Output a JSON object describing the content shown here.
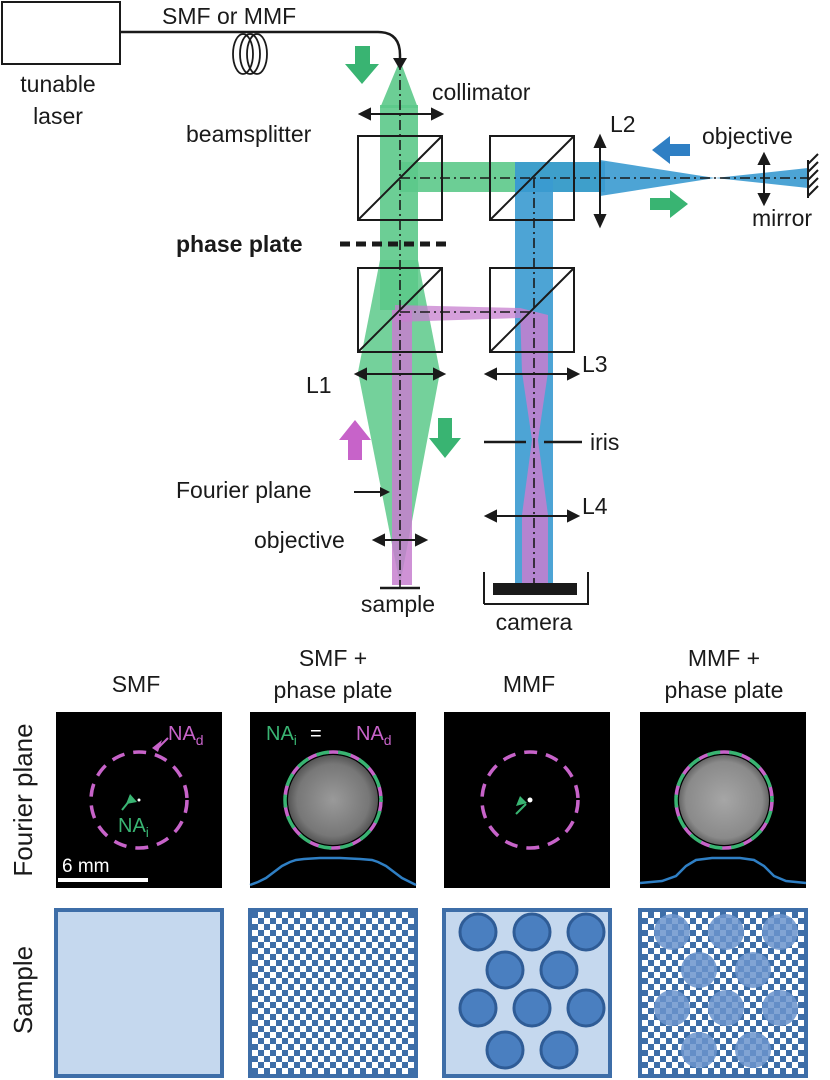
{
  "setup": {
    "tunable_laser_line1": "tunable",
    "tunable_laser_line2": "laser",
    "fiber_label": "SMF or MMF",
    "collimator": "collimator",
    "beamsplitter": "beamsplitter",
    "phase_plate": "phase plate",
    "L1": "L1",
    "L2": "L2",
    "L3": "L3",
    "L4": "L4",
    "objective_right": "objective",
    "mirror": "mirror",
    "iris": "iris",
    "fourier_plane": "Fourier plane",
    "objective_left": "objective",
    "sample": "sample",
    "camera": "camera"
  },
  "panels": {
    "columns": [
      {
        "title_line1": "SMF",
        "title_line2": ""
      },
      {
        "title_line1": "SMF +",
        "title_line2": "phase plate"
      },
      {
        "title_line1": "MMF",
        "title_line2": ""
      },
      {
        "title_line1": "MMF +",
        "title_line2": "phase plate"
      }
    ],
    "row_fourier": "Fourier plane",
    "row_sample": "Sample",
    "na_d": "NA",
    "na_d_sub": "d",
    "na_i": "NA",
    "na_i_sub": "i",
    "equals": "=",
    "scale_bar": "6 mm"
  },
  "colors": {
    "green_beam": "#5cc98a",
    "blue_beam": "#3a9ad0",
    "purple_beam": "#c77fcf",
    "dash_purple": "#c763c9",
    "dash_green": "#39b472",
    "profile_blue": "#2f7fc4",
    "sample_fill": "#c5d8ee",
    "sample_edge": "#3e6ea8",
    "disk_fill": "#4a7fc0"
  }
}
